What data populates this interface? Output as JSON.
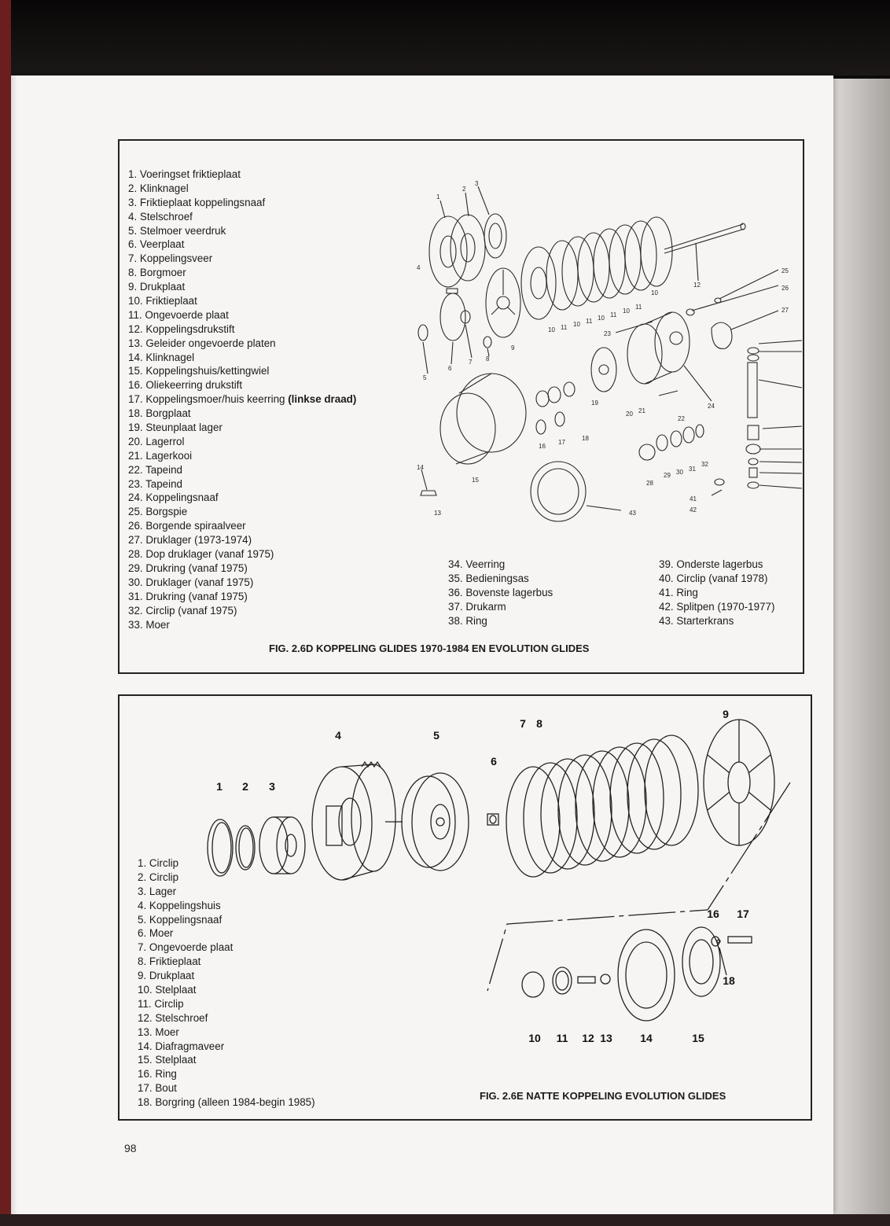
{
  "figure_a": {
    "legend_col1": [
      "1. Voeringset friktieplaat",
      "2. Klinknagel",
      "3. Friktieplaat koppelingsnaaf",
      "4. Stelschroef",
      "5. Stelmoer veerdruk",
      "6. Veerplaat",
      "7. Koppelingsveer",
      "8. Borgmoer",
      "9. Drukplaat",
      "10. Friktieplaat",
      "11. Ongevoerde plaat",
      "12. Koppelingsdrukstift",
      "13. Geleider ongevoerde platen",
      "14. Klinknagel",
      "15. Koppelingshuis/kettingwiel",
      "16. Oliekeerring drukstift",
      "18. Borgplaat",
      "19. Steunplaat lager",
      "20. Lagerrol",
      "21. Lagerkooi",
      "22. Tapeind",
      "23. Tapeind",
      "24. Koppelingsnaaf",
      "25. Borgspie",
      "26. Borgende spiraalveer",
      "27. Druklager (1973-1974)",
      "28. Dop druklager (vanaf 1975)",
      "29. Drukring (vanaf 1975)",
      "30. Druklager (vanaf 1975)",
      "31. Drukring (vanaf 1975)",
      "32. Circlip (vanaf 1975)",
      "33. Moer"
    ],
    "item17": "17. Koppelingsmoer/huis keerring",
    "item17_bold": "(linkse draad)",
    "legend_col2": [
      "34. Veerring",
      "35. Bedieningsas",
      "36. Bovenste lagerbus",
      "37. Drukarm",
      "38. Ring"
    ],
    "legend_col3": [
      "39. Onderste lagerbus",
      "40. Circlip (vanaf 1978)",
      "41. Ring",
      "42. Splitpen (1970-1977)",
      "43. Starterkrans"
    ],
    "caption": "FIG. 2.6D KOPPELING GLIDES 1970-1984 EN  EVOLUTION GLIDES"
  },
  "figure_b": {
    "legend": [
      "1. Circlip",
      "2. Circlip",
      "3. Lager",
      "4. Koppelingshuis",
      "5. Koppelingsnaaf",
      "6. Moer",
      "7. Ongevoerde plaat",
      "8. Friktieplaat",
      "9. Drukplaat",
      "10. Stelplaat",
      "11. Circlip",
      "12. Stelschroef",
      "13. Moer",
      "14. Diafragmaveer",
      "15. Stelplaat",
      "16. Ring",
      "17. Bout",
      "18. Borgring (alleen 1984-begin 1985)"
    ],
    "caption": "FIG. 2.6E NATTE KOPPELING EVOLUTION GLIDES",
    "callouts": [
      "1",
      "2",
      "3",
      "4",
      "5",
      "6",
      "7",
      "8",
      "9",
      "10",
      "11",
      "12",
      "13",
      "14",
      "15",
      "16",
      "17",
      "18"
    ]
  },
  "page_number": "98"
}
